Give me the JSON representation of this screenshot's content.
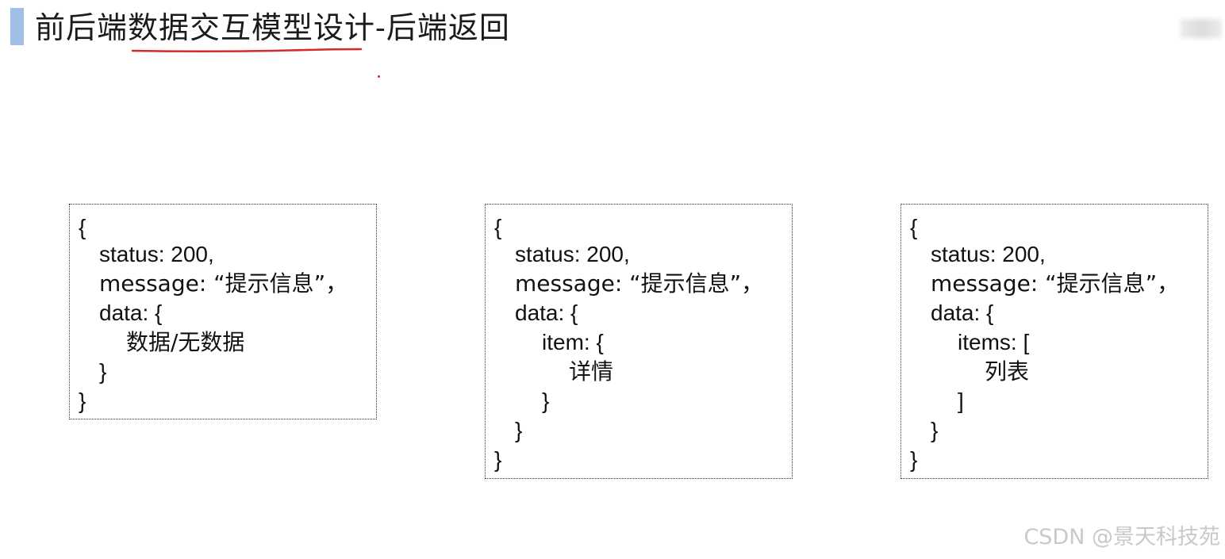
{
  "slide": {
    "title": "前后端数据交互模型设计-后端返回",
    "accent_color": "#9fbfe6",
    "underline_color": "#d42a2a"
  },
  "cards": [
    {
      "lines": [
        "{",
        "status: 200,",
        "message: “提示信息”，",
        "data: {",
        "数据/无数据",
        "}",
        "}"
      ]
    },
    {
      "lines": [
        "{",
        "status: 200,",
        "message: “提示信息”，",
        "data: {",
        "item: {",
        "详情",
        "}",
        "}",
        "}"
      ]
    },
    {
      "lines": [
        "{",
        "status: 200,",
        "message: “提示信息”，",
        "data: {",
        "items: [",
        "列表",
        "]",
        "}",
        "}"
      ]
    }
  ],
  "watermark": "CSDN @景天科技苑"
}
